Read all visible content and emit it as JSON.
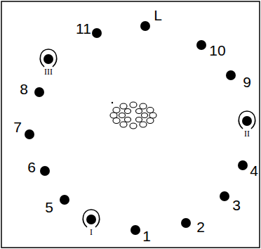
{
  "diagram": {
    "labels": [
      "11",
      "L",
      "10",
      "9",
      "III",
      "8",
      "II",
      "7",
      "4",
      "6",
      "3",
      "5",
      "2",
      "I",
      "1"
    ]
  }
}
